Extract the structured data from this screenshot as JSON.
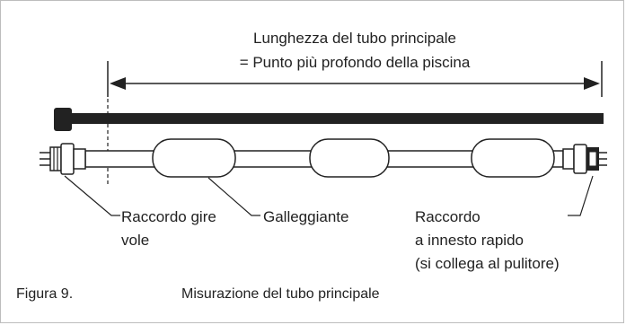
{
  "dimension": {
    "line1": "Lunghezza del tubo principale",
    "line2": "= Punto più profondo della piscina"
  },
  "labels": {
    "swivel_line1": "Raccordo gire",
    "swivel_line2": "vole",
    "float": "Galleggiante",
    "quick_line1": "Raccordo",
    "quick_line2": "a innesto rapido",
    "quick_line3": "(si collega al pulitore)"
  },
  "caption": {
    "figure": "Figura 9.",
    "text": "Misurazione del tubo principale"
  }
}
